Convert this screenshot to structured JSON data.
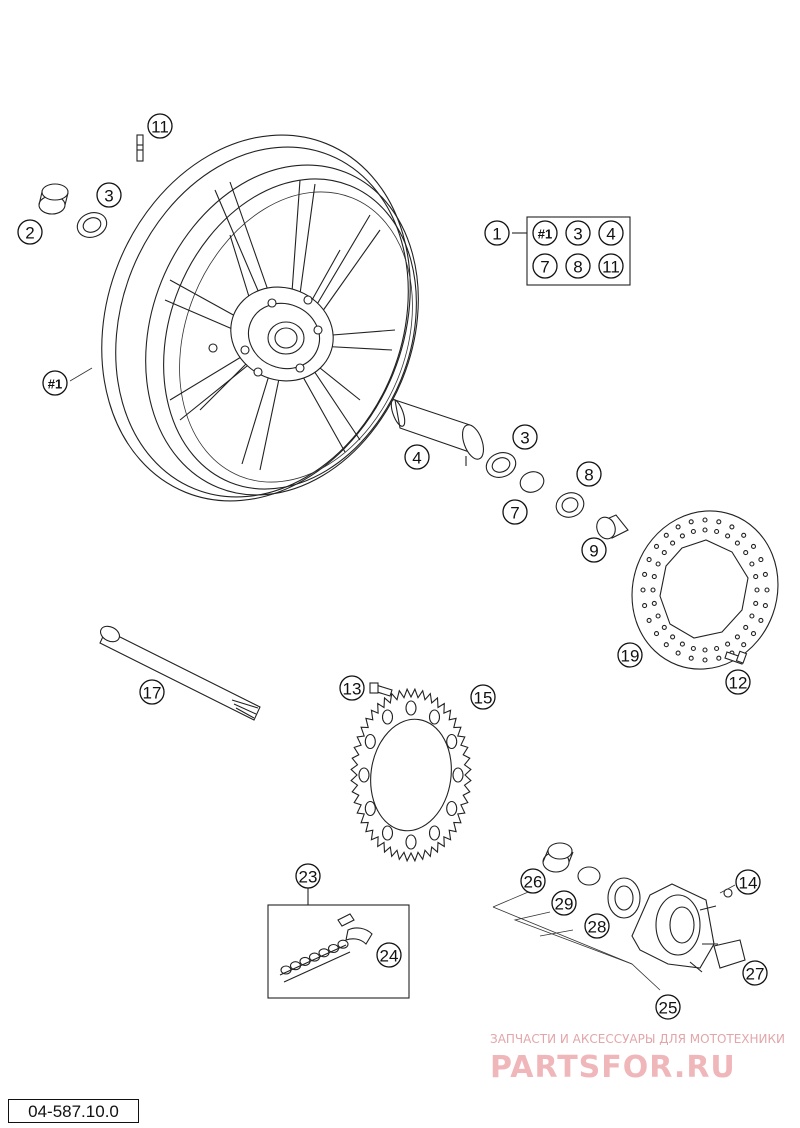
{
  "diagram": {
    "callouts": [
      {
        "id": "c-11-valve",
        "label": "11"
      },
      {
        "id": "c-2",
        "label": "2"
      },
      {
        "id": "c-3-left",
        "label": "3"
      },
      {
        "id": "c-1",
        "label": "1"
      },
      {
        "id": "c-k1",
        "label": "#1"
      },
      {
        "id": "c-k3",
        "label": "3"
      },
      {
        "id": "c-k4",
        "label": "4"
      },
      {
        "id": "c-k7",
        "label": "7"
      },
      {
        "id": "c-k8",
        "label": "8"
      },
      {
        "id": "c-k11",
        "label": "11"
      },
      {
        "id": "c-rim",
        "label": "#1"
      },
      {
        "id": "c-4",
        "label": "4"
      },
      {
        "id": "c-3-right",
        "label": "3"
      },
      {
        "id": "c-8",
        "label": "8"
      },
      {
        "id": "c-7",
        "label": "7"
      },
      {
        "id": "c-9",
        "label": "9"
      },
      {
        "id": "c-19",
        "label": "19"
      },
      {
        "id": "c-12",
        "label": "12"
      },
      {
        "id": "c-17",
        "label": "17"
      },
      {
        "id": "c-13",
        "label": "13"
      },
      {
        "id": "c-15",
        "label": "15"
      },
      {
        "id": "c-23",
        "label": "23"
      },
      {
        "id": "c-24",
        "label": "24"
      },
      {
        "id": "c-26",
        "label": "26"
      },
      {
        "id": "c-29",
        "label": "29"
      },
      {
        "id": "c-28",
        "label": "28"
      },
      {
        "id": "c-14",
        "label": "14"
      },
      {
        "id": "c-27",
        "label": "27"
      },
      {
        "id": "c-25",
        "label": "25"
      }
    ],
    "doc_number": "04-587.10.0"
  },
  "watermark": {
    "tagline": "ЗАПЧАСТИ И АКСЕССУАРЫ ДЛЯ МОТОТЕХНИКИ",
    "brand": "PARTSFOR.RU",
    "color": "#f0b7bb"
  }
}
